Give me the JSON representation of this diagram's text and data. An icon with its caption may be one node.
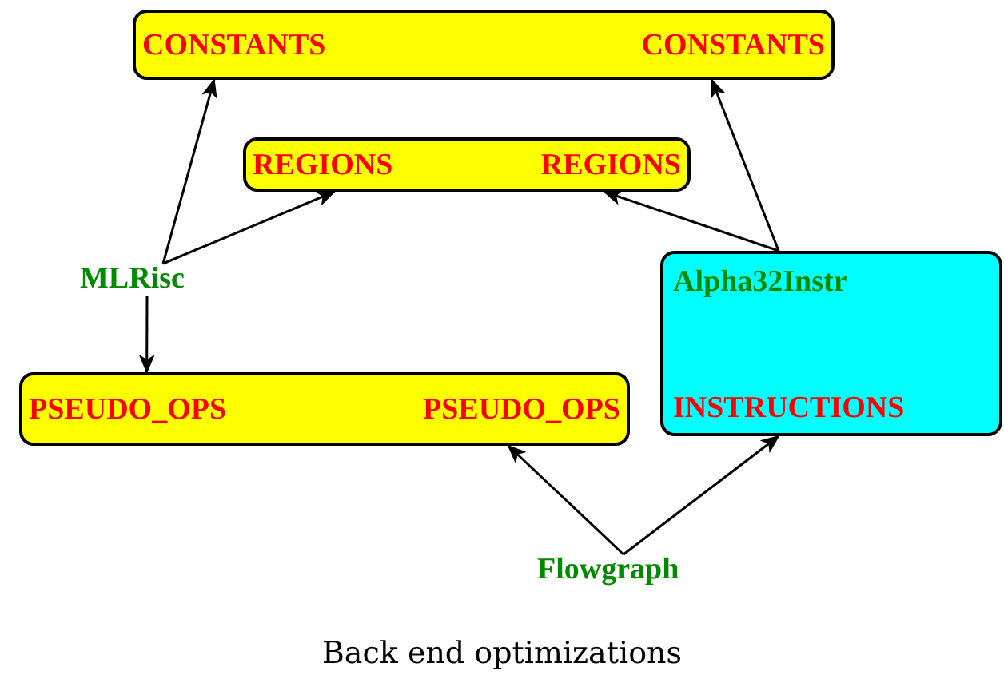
{
  "diagram": {
    "caption": "Back end optimizations",
    "nodes": [
      {
        "text": [
          "CONSTANTS",
          "CONSTANTS"
        ]
      },
      {
        "text": [
          "REGIONS",
          "REGIONS"
        ]
      },
      {
        "text": [
          "MLRisc"
        ]
      },
      {
        "text": [
          "Alpha32Instr",
          "INSTRUCTIONS"
        ]
      },
      {
        "text": [
          "PSEUDO_OPS",
          "PSEUDO_OPS"
        ]
      },
      {
        "text": [
          "Flowgraph"
        ]
      }
    ],
    "edges": [
      {
        "from": 2,
        "to": 0,
        "arrow": "to"
      },
      {
        "from": 2,
        "to": 1,
        "arrow": "to"
      },
      {
        "from": 2,
        "to": 4,
        "arrow": "to"
      },
      {
        "from": 3,
        "to": 0,
        "arrow": "to"
      },
      {
        "from": 3,
        "to": 1,
        "arrow": "to"
      },
      {
        "from": 5,
        "to": 4,
        "arrow": "to"
      },
      {
        "from": 5,
        "to": 3,
        "arrow": "to"
      }
    ]
  }
}
